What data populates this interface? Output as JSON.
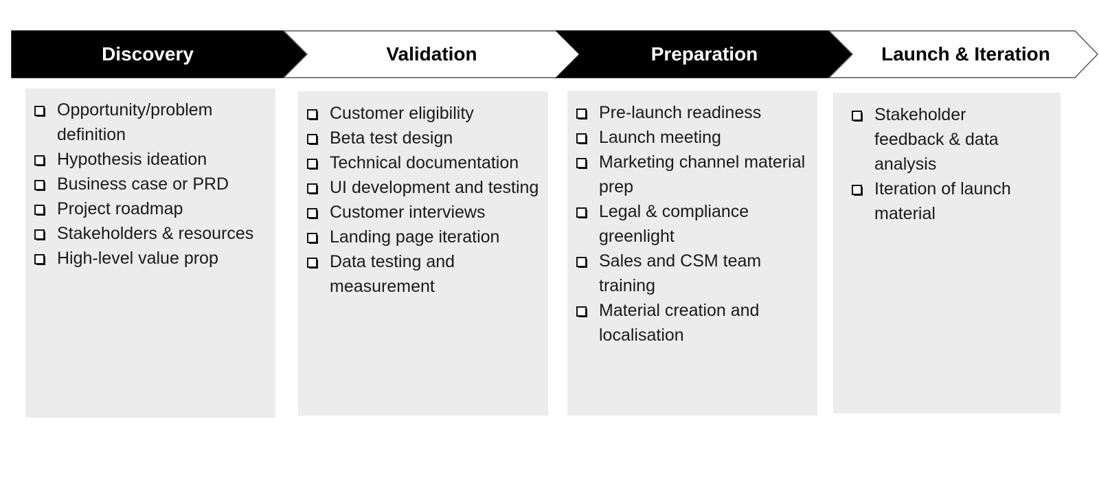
{
  "colors": {
    "dark_stage": "#000000",
    "light_stage": "#ffffff",
    "card_background": "#ececec"
  },
  "stages": [
    {
      "title": "Discovery",
      "style": "dark",
      "items": [
        "Opportunity/problem definition",
        "Hypothesis ideation",
        "Business case or PRD",
        "Project roadmap",
        "Stakeholders & resources",
        "High-level value prop"
      ]
    },
    {
      "title": "Validation",
      "style": "light",
      "items": [
        "Customer eligibility",
        "Beta test design",
        "Technical documentation",
        "UI development and testing",
        "Customer interviews",
        "Landing page iteration",
        "Data testing and measurement"
      ]
    },
    {
      "title": "Preparation",
      "style": "dark",
      "items": [
        "Pre-launch readiness",
        "Launch meeting",
        "Marketing channel material prep",
        "Legal & compliance greenlight",
        "Sales and CSM team training",
        "Material creation and localisation"
      ]
    },
    {
      "title": "Launch & Iteration",
      "style": "light",
      "items": [
        "Stakeholder feedback & data analysis",
        "Iteration of launch material"
      ]
    }
  ]
}
